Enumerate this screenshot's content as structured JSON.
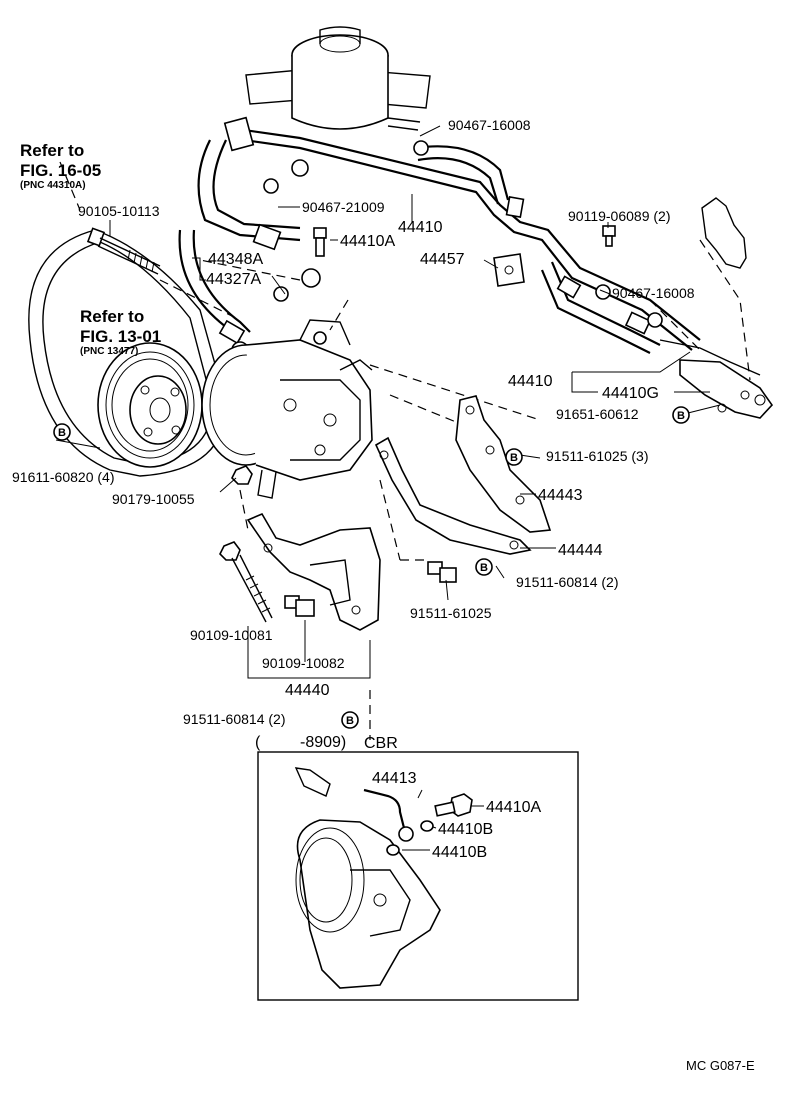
{
  "refs": {
    "fig1605": {
      "line1": "Refer to",
      "line2": "FIG. 16-05",
      "pnc": "(PNC 44310A)"
    },
    "fig1301": {
      "line1": "Refer to",
      "line2": "FIG. 13-01",
      "pnc": "(PNC 13477)"
    }
  },
  "badge_letter": "B",
  "labels": {
    "p90467_16008_top": "90467-16008",
    "p90467_21009": "90467-21009",
    "p44410_top": "44410",
    "p90105_10113": "90105-10113",
    "p44410A_top": "44410A",
    "p44348A": "44348A",
    "p44327A": "44327A",
    "p44457": "44457",
    "p90119_06089": "90119-06089 (2)",
    "p90467_16008_right": "90467-16008",
    "p44410_right": "44410",
    "p44410G": "44410G",
    "p91651_60612": "91651-60612",
    "p91511_61025_3": "91511-61025 (3)",
    "p44443": "44443",
    "p91611_60820": "91611-60820 (4)",
    "p90179_10055": "90179-10055",
    "p44444": "44444",
    "p91511_60814_2_right": "91511-60814 (2)",
    "p91511_61025": "91511-61025",
    "p90109_10081": "90109-10081",
    "p90109_10082": "90109-10082",
    "p44440": "44440",
    "p91511_60814_2_bottom": "91511-60814 (2)",
    "range_open": "(",
    "range_end": "-8909)",
    "range_code": "CBR",
    "p44413": "44413",
    "p44410A_inset": "44410A",
    "p44410B_a": "44410B",
    "p44410B_b": "44410B"
  },
  "footer": {
    "code": "MC  G087-E"
  }
}
